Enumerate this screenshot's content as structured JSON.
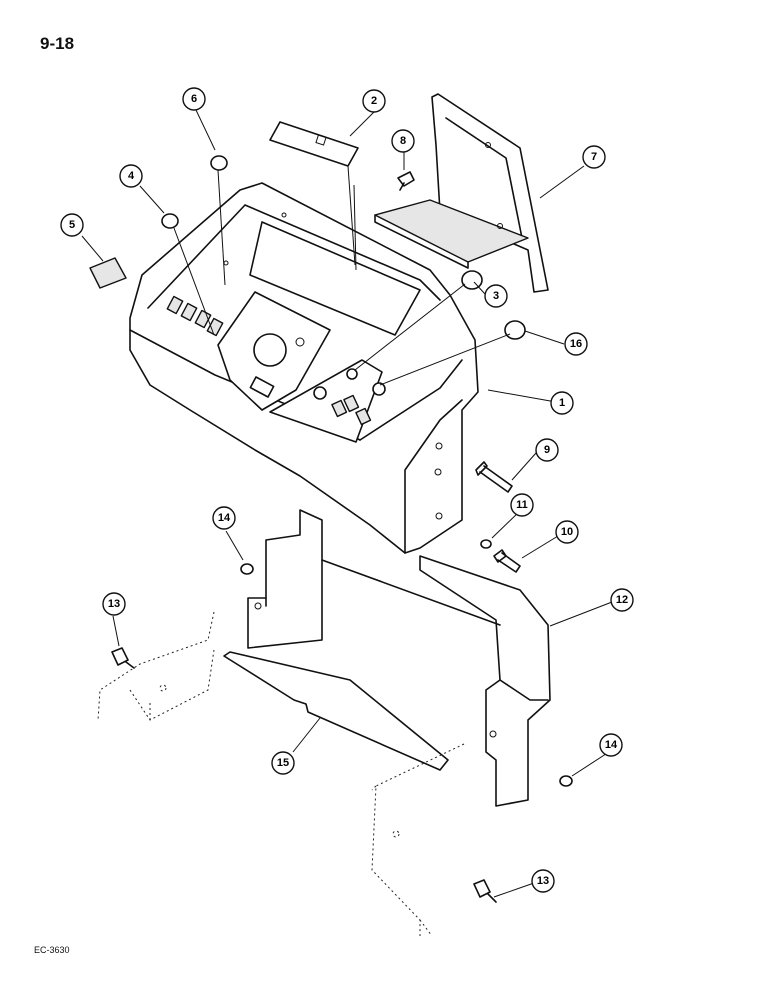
{
  "page": {
    "number": "9-18",
    "figure_code": "EC-3630"
  },
  "callouts": [
    {
      "id": "c1",
      "label": "1"
    },
    {
      "id": "c2",
      "label": "2"
    },
    {
      "id": "c3",
      "label": "3"
    },
    {
      "id": "c4",
      "label": "4"
    },
    {
      "id": "c5",
      "label": "5"
    },
    {
      "id": "c6",
      "label": "6"
    },
    {
      "id": "c7",
      "label": "7"
    },
    {
      "id": "c8",
      "label": "8"
    },
    {
      "id": "c9",
      "label": "9"
    },
    {
      "id": "c10",
      "label": "10"
    },
    {
      "id": "c11",
      "label": "11"
    },
    {
      "id": "c12",
      "label": "12"
    },
    {
      "id": "c13a",
      "label": "13"
    },
    {
      "id": "c13b",
      "label": "13"
    },
    {
      "id": "c14a",
      "label": "14"
    },
    {
      "id": "c14b",
      "label": "14"
    },
    {
      "id": "c15",
      "label": "15"
    },
    {
      "id": "c16",
      "label": "16"
    }
  ]
}
